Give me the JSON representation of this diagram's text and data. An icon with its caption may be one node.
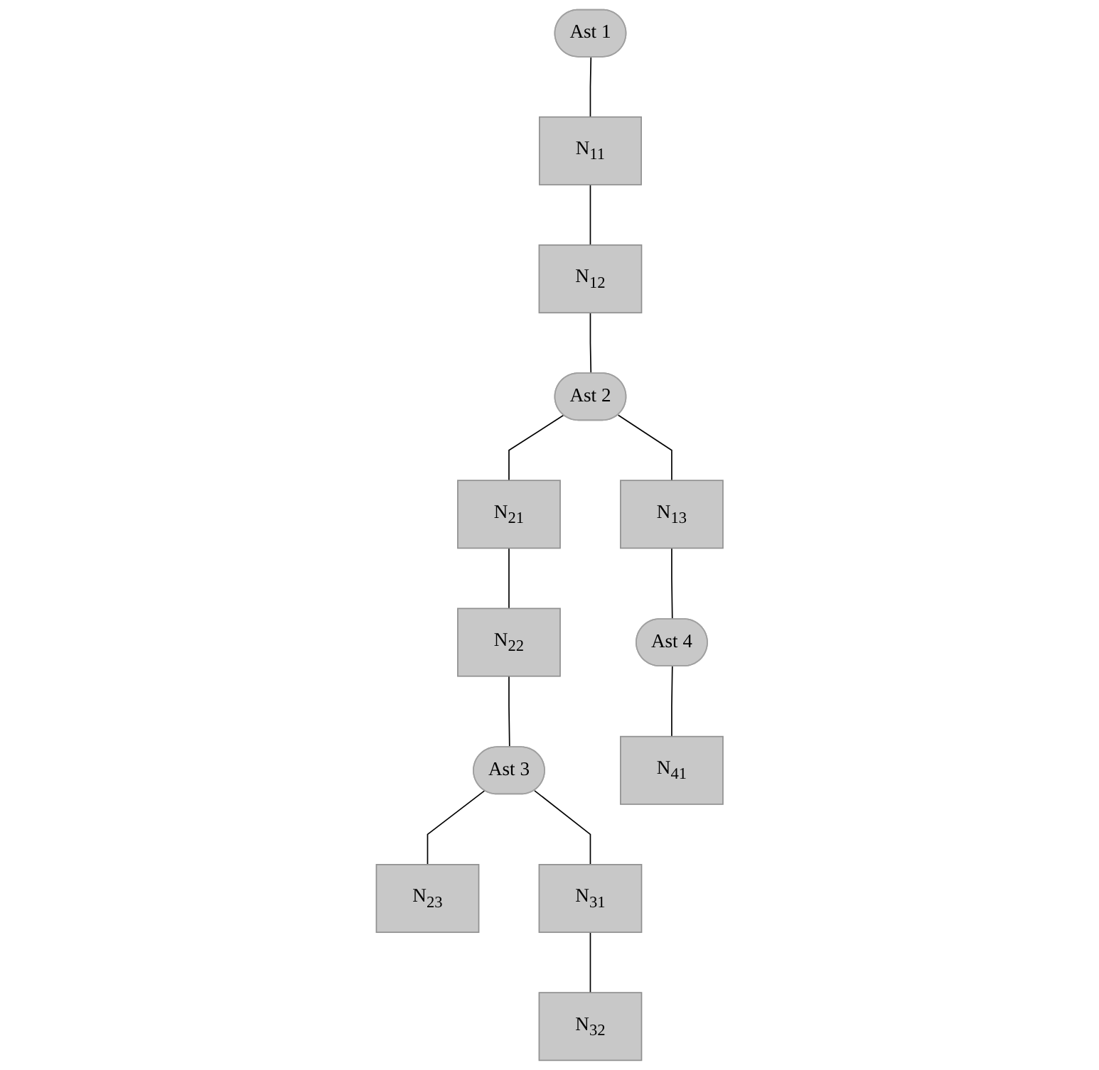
{
  "diagram": {
    "nodes": [
      {
        "text": [
          "Ast 1"
        ]
      },
      {
        "text": [
          "N$_{11}$"
        ]
      },
      {
        "text": [
          "N$_{12}$"
        ]
      },
      {
        "text": [
          "Ast 2"
        ]
      },
      {
        "text": [
          "N$_{21}$"
        ]
      },
      {
        "text": [
          "N$_{22}$"
        ]
      },
      {
        "text": [
          "Ast 3"
        ]
      },
      {
        "text": [
          "N$_{23}$"
        ]
      },
      {
        "text": [
          "N$_{13}$"
        ]
      },
      {
        "text": [
          "N$_{31}$"
        ]
      },
      {
        "text": [
          "Ast 4"
        ]
      },
      {
        "text": [
          "N$_{41}$"
        ]
      },
      {
        "text": [
          "N$_{32}$"
        ]
      }
    ],
    "edges": [
      {
        "from": 0,
        "to": 1,
        "arrow": "none"
      },
      {
        "from": 1,
        "to": 2,
        "arrow": "none"
      },
      {
        "from": 2,
        "to": 3,
        "arrow": "none"
      },
      {
        "from": 3,
        "to": 4,
        "arrow": "none"
      },
      {
        "from": 4,
        "to": 5,
        "arrow": "none"
      },
      {
        "from": 5,
        "to": 6,
        "arrow": "none"
      },
      {
        "from": 6,
        "to": 7,
        "arrow": "none"
      },
      {
        "from": 3,
        "to": 8,
        "arrow": "none"
      },
      {
        "from": 8,
        "to": 10,
        "arrow": "none"
      },
      {
        "from": 10,
        "to": 11,
        "arrow": "none"
      },
      {
        "from": 6,
        "to": 9,
        "arrow": "none"
      },
      {
        "from": 9,
        "to": 12,
        "arrow": "none"
      }
    ]
  }
}
